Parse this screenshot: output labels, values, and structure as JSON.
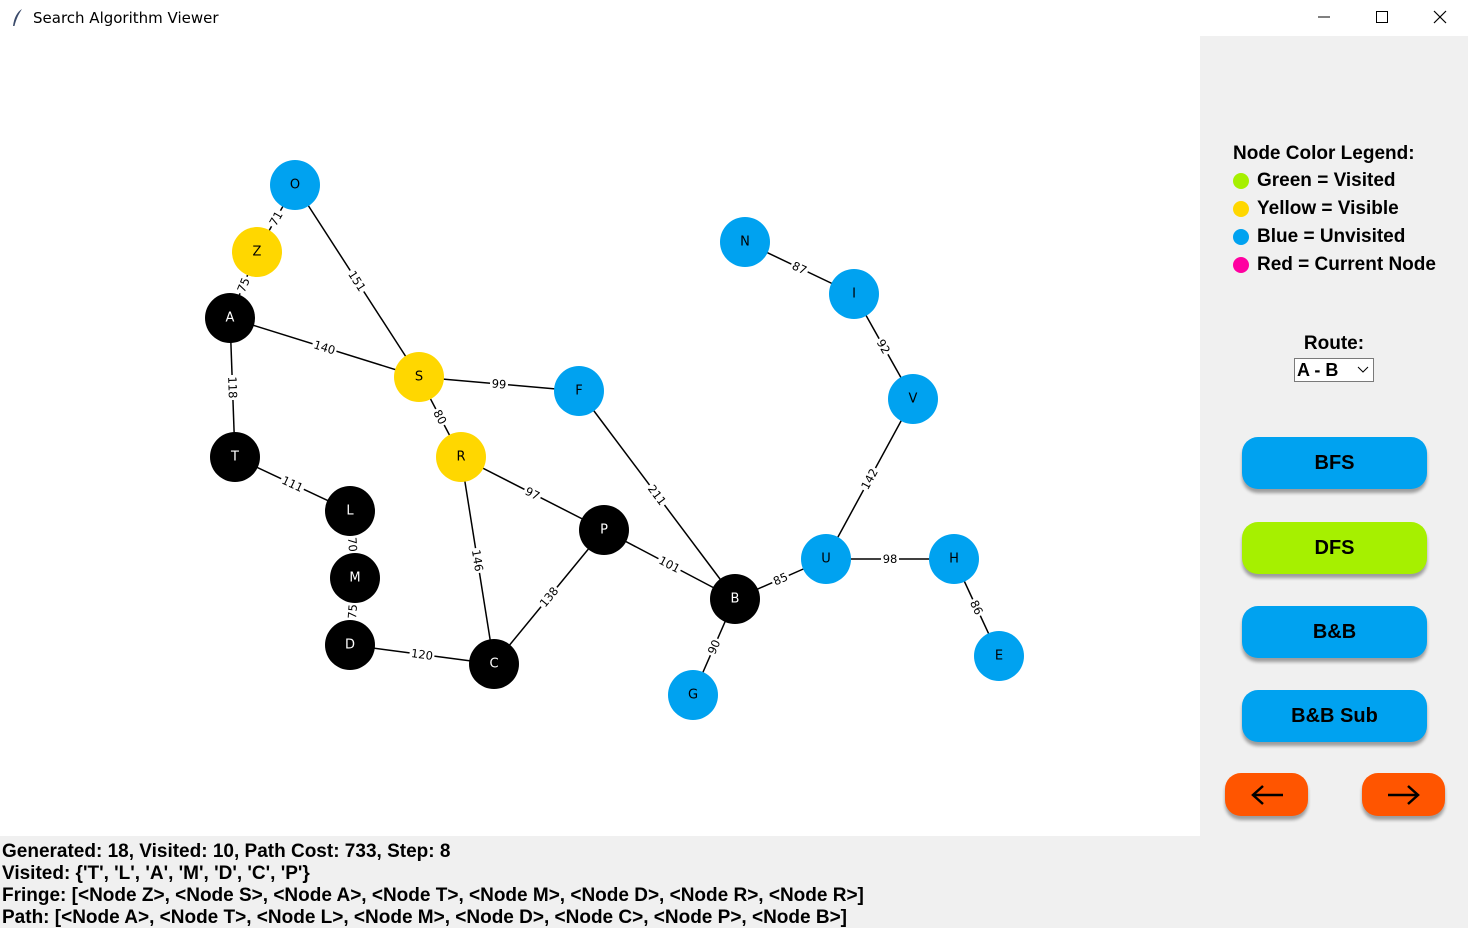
{
  "window": {
    "title": "Search Algorithm Viewer"
  },
  "colors": {
    "visited": "#a6f000",
    "visible": "#ffd700",
    "unvisited": "#00a2f0",
    "current": "#ff00a0",
    "expanded": "#000000",
    "nav_button": "#ff5500",
    "panel_bg": "#f0f0f0"
  },
  "graph": {
    "nodes": [
      {
        "id": "O",
        "state": "unvisited"
      },
      {
        "id": "Z",
        "state": "visible"
      },
      {
        "id": "A",
        "state": "expanded"
      },
      {
        "id": "S",
        "state": "visible"
      },
      {
        "id": "F",
        "state": "unvisited"
      },
      {
        "id": "T",
        "state": "expanded"
      },
      {
        "id": "R",
        "state": "visible"
      },
      {
        "id": "L",
        "state": "expanded"
      },
      {
        "id": "M",
        "state": "expanded"
      },
      {
        "id": "D",
        "state": "expanded"
      },
      {
        "id": "C",
        "state": "expanded"
      },
      {
        "id": "P",
        "state": "expanded"
      },
      {
        "id": "B",
        "state": "expanded"
      },
      {
        "id": "G",
        "state": "unvisited"
      },
      {
        "id": "U",
        "state": "unvisited"
      },
      {
        "id": "H",
        "state": "unvisited"
      },
      {
        "id": "E",
        "state": "unvisited"
      },
      {
        "id": "V",
        "state": "unvisited"
      },
      {
        "id": "I",
        "state": "unvisited"
      },
      {
        "id": "N",
        "state": "unvisited"
      }
    ],
    "edges": [
      {
        "a": "O",
        "b": "Z",
        "w": "71"
      },
      {
        "a": "Z",
        "b": "A",
        "w": "75"
      },
      {
        "a": "O",
        "b": "S",
        "w": "151"
      },
      {
        "a": "A",
        "b": "S",
        "w": "140"
      },
      {
        "a": "A",
        "b": "T",
        "w": "118"
      },
      {
        "a": "S",
        "b": "F",
        "w": "99"
      },
      {
        "a": "S",
        "b": "R",
        "w": "80"
      },
      {
        "a": "T",
        "b": "L",
        "w": "111"
      },
      {
        "a": "L",
        "b": "M",
        "w": "70"
      },
      {
        "a": "M",
        "b": "D",
        "w": "75"
      },
      {
        "a": "D",
        "b": "C",
        "w": "120"
      },
      {
        "a": "R",
        "b": "C",
        "w": "146"
      },
      {
        "a": "R",
        "b": "P",
        "w": "97"
      },
      {
        "a": "P",
        "b": "C",
        "w": "138"
      },
      {
        "a": "P",
        "b": "B",
        "w": "101"
      },
      {
        "a": "F",
        "b": "B",
        "w": "211"
      },
      {
        "a": "B",
        "b": "G",
        "w": "90"
      },
      {
        "a": "B",
        "b": "U",
        "w": "85"
      },
      {
        "a": "U",
        "b": "H",
        "w": "98"
      },
      {
        "a": "H",
        "b": "E",
        "w": "86"
      },
      {
        "a": "U",
        "b": "V",
        "w": "142"
      },
      {
        "a": "V",
        "b": "I",
        "w": "92"
      },
      {
        "a": "I",
        "b": "N",
        "w": "87"
      }
    ]
  },
  "legend": {
    "title": "Node Color Legend:",
    "items": [
      {
        "label": "Green = Visited",
        "color": "#a6f000",
        "icon": "green-dot-icon"
      },
      {
        "label": "Yellow = Visible",
        "color": "#ffd700",
        "icon": "yellow-dot-icon"
      },
      {
        "label": "Blue = Unvisited",
        "color": "#00a2f0",
        "icon": "blue-dot-icon"
      },
      {
        "label": "Red = Current Node",
        "color": "#ff00a0",
        "icon": "red-dot-icon"
      }
    ]
  },
  "route": {
    "label": "Route:",
    "selected": "A - B"
  },
  "buttons": {
    "bfs": {
      "label": "BFS",
      "color": "#00a2f0"
    },
    "dfs": {
      "label": "DFS",
      "color": "#a6f000"
    },
    "bnb": {
      "label": "B&B",
      "color": "#00a2f0"
    },
    "bnb_sub": {
      "label": "B&B Sub",
      "color": "#00a2f0"
    },
    "prev_icon": "arrow-left-icon",
    "next_icon": "arrow-right-icon"
  },
  "status": {
    "line1": "Generated: 18, Visited: 10, Path Cost: 733, Step: 8",
    "line2": "Visited: {'T', 'L', 'A', 'M', 'D', 'C', 'P'}",
    "line3": "Fringe: [<Node Z>, <Node S>, <Node A>, <Node T>, <Node M>, <Node D>, <Node R>, <Node R>]",
    "line4": "Path: [<Node A>, <Node T>, <Node L>, <Node M>, <Node D>, <Node C>, <Node P>, <Node B>]"
  }
}
